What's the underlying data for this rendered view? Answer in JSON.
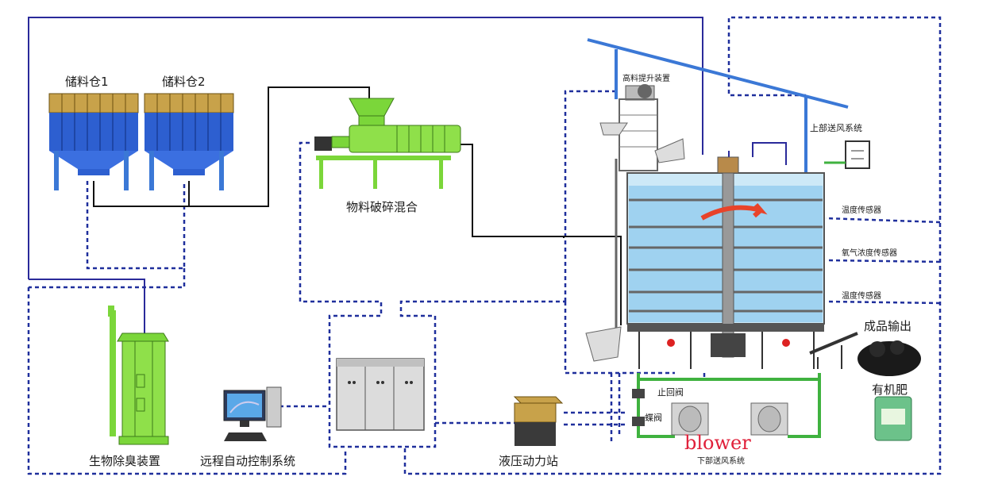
{
  "labels": {
    "silo1": "储料仓1",
    "silo2": "储料仓2",
    "mixer": "物料破碎混合",
    "lift": "高料提升装置",
    "upper_fan": "上部送风系统",
    "temp_sensor_1": "温度传感器",
    "oxygen_sensor": "氧气浓度传感器",
    "temp_sensor_2": "温度传感器",
    "output": "成品输出",
    "fertilizer": "有机肥",
    "valve_top": "止回阀",
    "valve_bottom": "蝶阀",
    "blower": "blower",
    "lower_fan": "下部送风系统",
    "deodorizer": "生物除臭装置",
    "remote_control": "远程自动控制系统",
    "hydraulic": "液压动力站"
  },
  "colors": {
    "flow_line": "#2a2a9a",
    "power_line": "#111111",
    "signal_dash": "#1f2f9c",
    "blue_pipe": "#3b78d6",
    "green_pipe": "#3fb23f",
    "silo_body": "#2d5fd0",
    "silo_top": "#c8a24a",
    "equipment_green": "#7bd63a",
    "tank_water": "#9fd2f0",
    "blower_text": "#e0203a"
  }
}
